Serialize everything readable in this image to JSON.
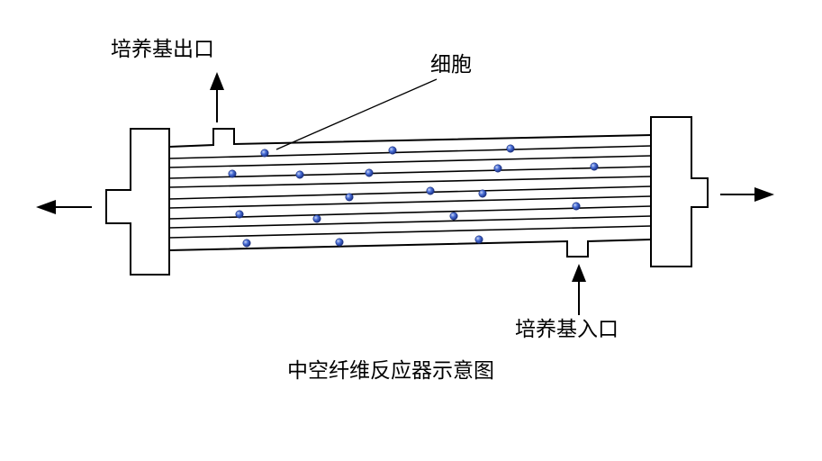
{
  "labels": {
    "medium_outlet": "培养基出口",
    "cell": "细胞",
    "medium_inlet": "培养基入口",
    "caption": "中空纤维反应器示意图"
  },
  "colors": {
    "stroke": "#000000",
    "cell_fill": "#3a5fc8",
    "cell_highlight": "#9fb6ee",
    "background": "#ffffff"
  }
}
